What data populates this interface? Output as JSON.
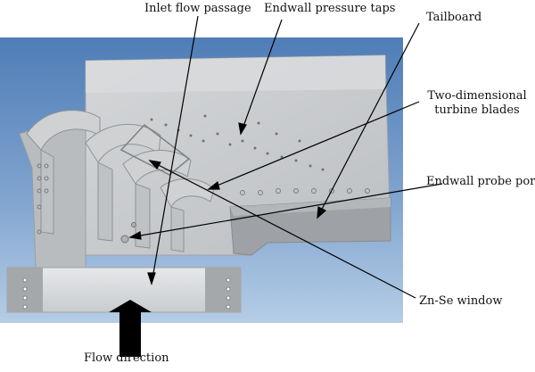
{
  "figure": {
    "labels": {
      "inlet_flow_passage": "Inlet flow passage",
      "endwall_pressure_taps": "Endwall pressure taps",
      "tailboard": "Tailboard",
      "turbine_blades_line1": "Two-dimensional",
      "turbine_blades_line2": "turbine blades",
      "endwall_probe_port": "Endwall probe port",
      "znse_window": "Zn-Se window",
      "flow_direction": "Flow direction"
    },
    "colors": {
      "background_gradient_top": "#5b87bd",
      "background_gradient_bottom": "#a9c6e4",
      "model_body": "#c8cacc",
      "model_shadow": "#a4a7aa",
      "arrow": "#000000",
      "leader_line": "#000000"
    }
  }
}
